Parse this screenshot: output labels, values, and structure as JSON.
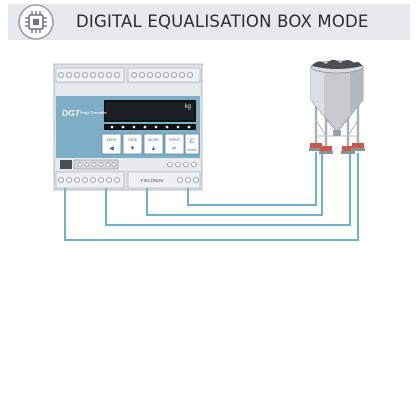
{
  "header": {
    "title": "DIGITAL EQUALISATION BOX MODE",
    "logo_icon": "circuit-chip-icon",
    "band_color": "#e7e9eb"
  },
  "device": {
    "brand": "DGT",
    "model": "Weight Transmitter",
    "unit": "kg",
    "buttons": [
      {
        "label": "ZERO",
        "icon": "arrow-left-icon"
      },
      {
        "label": "TARE",
        "icon": "arrow-down-icon"
      },
      {
        "label": "MODE",
        "icon": "arrow-up-icon"
      },
      {
        "label": "PRINT",
        "icon": "enter-icon"
      },
      {
        "label": "ON/Stby",
        "icon": "power-icon"
      }
    ],
    "fieldbus_label": "FIELDBUS"
  },
  "silo": {
    "load_cell_count": 4,
    "wire_color": "#6fb3c8",
    "load_cell_color": "#c9574c"
  }
}
